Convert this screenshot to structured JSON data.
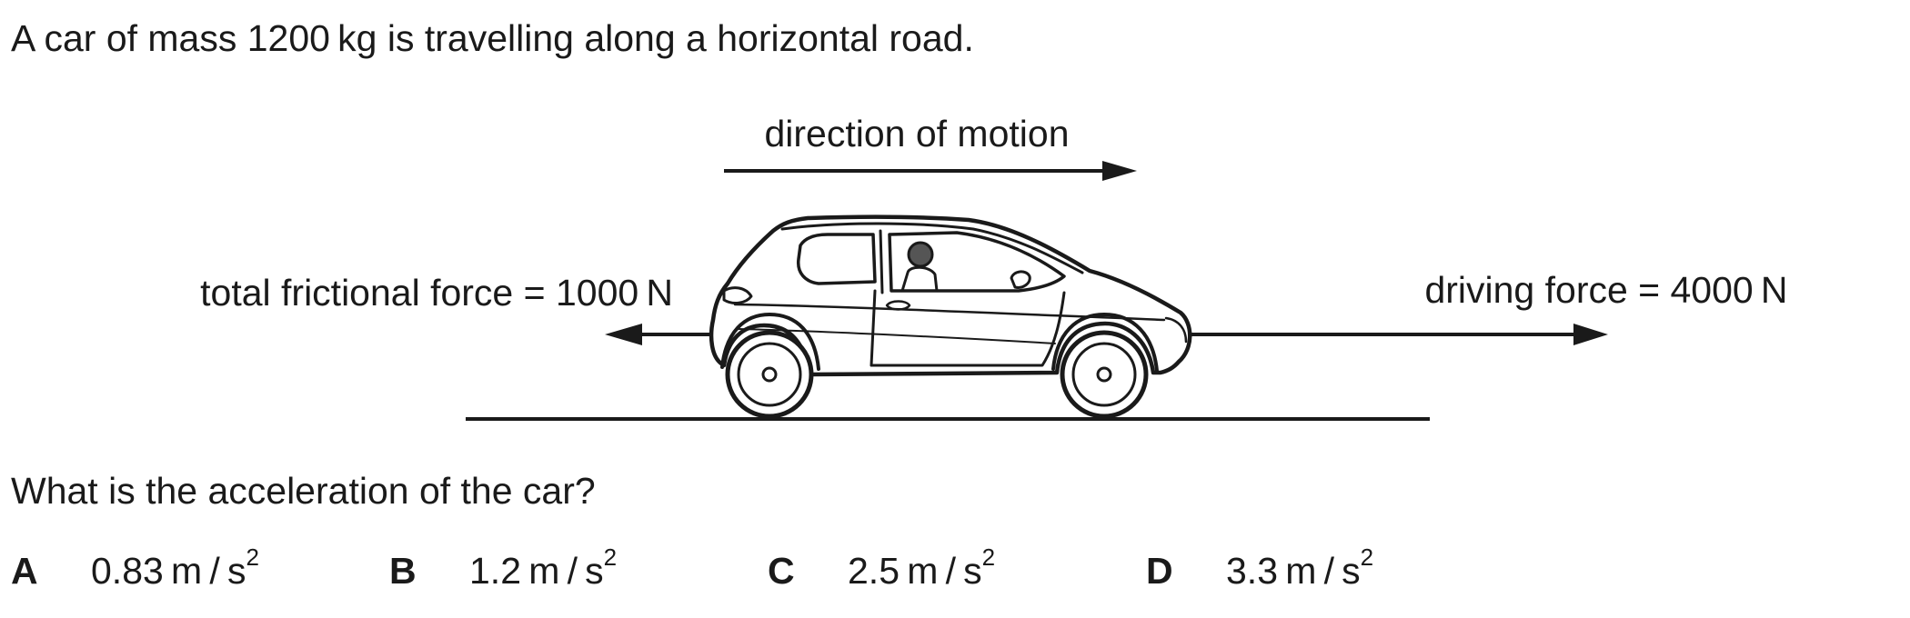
{
  "stem": "A car of mass 1200 kg is travelling along a horizontal road.",
  "diagram": {
    "motion_label": "direction of motion",
    "friction_label": "total frictional force = 1000 N",
    "driving_label": "driving force = 4000 N"
  },
  "question": "What is the acceleration of the car?",
  "options": [
    {
      "letter": "A",
      "value": "0.83 m / s",
      "exp": "2"
    },
    {
      "letter": "B",
      "value": "1.2 m / s",
      "exp": "2"
    },
    {
      "letter": "C",
      "value": "2.5 m / s",
      "exp": "2"
    },
    {
      "letter": "D",
      "value": "3.3 m / s",
      "exp": "2"
    }
  ]
}
